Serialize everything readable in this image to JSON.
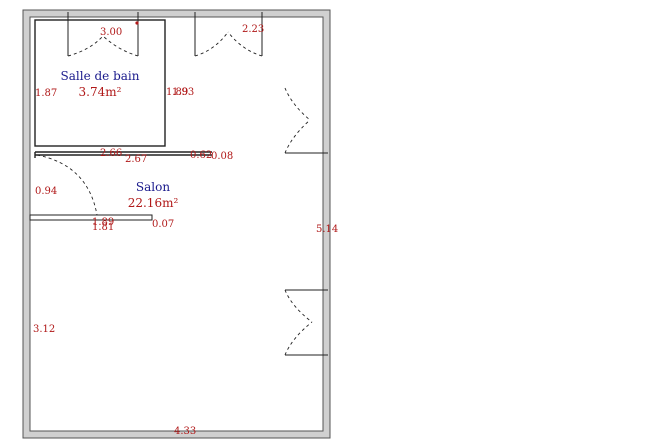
{
  "rooms": [
    {
      "name": "Salle de bain",
      "area": "3.74m²"
    },
    {
      "name": "Salon",
      "area": "22.16m²"
    }
  ],
  "dimensions": {
    "bath_top": "3.00",
    "top_right": "2.23",
    "bath_left": "1.87",
    "bath_right_a": "1.89",
    "bath_right_b": "1.93",
    "partition_a": "2.66",
    "partition_b": "2.67",
    "partition_c": "0.62",
    "partition_d": "0.08",
    "door_left": "0.94",
    "low_partition_a": "1.89",
    "low_partition_b": "1.81",
    "low_partition_c": "0.07",
    "right_wall": "5.14",
    "left_wall": "3.12",
    "bottom": "4.33"
  }
}
